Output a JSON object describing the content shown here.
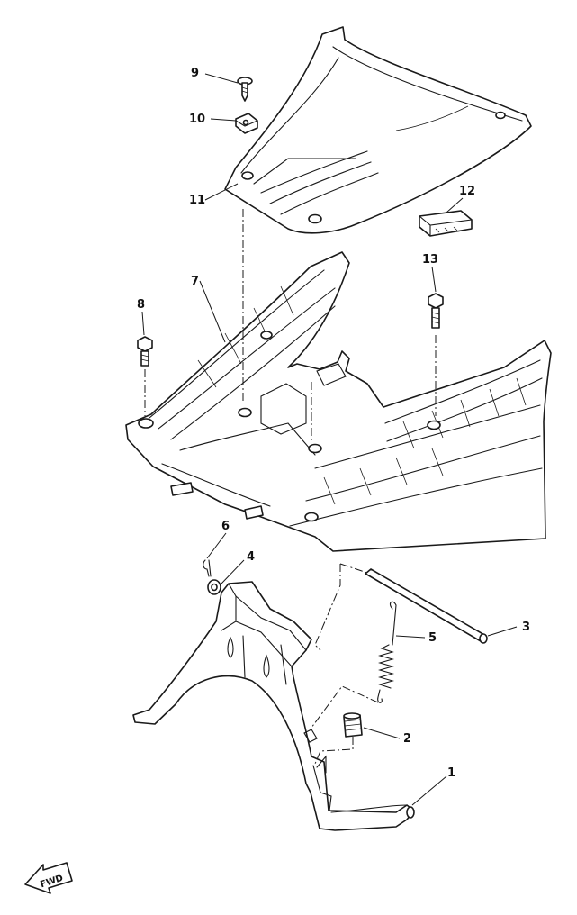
{
  "callouts": {
    "c1": "1",
    "c2": "2",
    "c3": "3",
    "c4": "4",
    "c5": "5",
    "c6": "6",
    "c7": "7",
    "c8": "8",
    "c9": "9",
    "c10": "10",
    "c11": "11",
    "c12": "12",
    "c13": "13"
  },
  "fwd_label": "FWD",
  "colors": {
    "line": "#1a1a1a",
    "background": "#ffffff"
  }
}
